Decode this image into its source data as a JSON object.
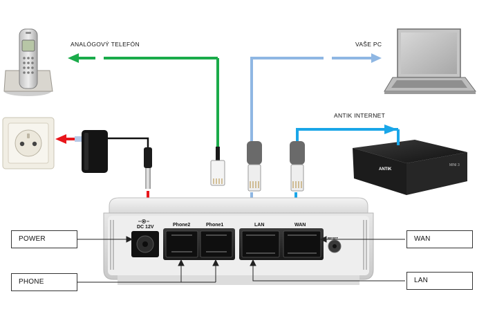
{
  "labels": {
    "analog_phone": "ANALÓGOVÝ TELEFÓN",
    "your_pc": "VAŠE PC",
    "antik_internet": "ANTIK INTERNET"
  },
  "device": {
    "power_port": "DC 12V",
    "phone2_port": "Phone2",
    "phone1_port": "Phone1",
    "lan_port": "LAN",
    "wan_port": "WAN",
    "reset_button": "RESET"
  },
  "modem": {
    "brand": "ANTIK",
    "model": "MINI 3"
  },
  "callouts": {
    "power": "POWER",
    "phone": "PHONE",
    "wan": "WAN",
    "lan": "LAN"
  },
  "colors": {
    "phone_line": "#1aab4a",
    "pc_line": "#8fb7e3",
    "internet_line": "#1aa6e8",
    "power_line": "#e8161b",
    "callout_line": "#222222"
  }
}
